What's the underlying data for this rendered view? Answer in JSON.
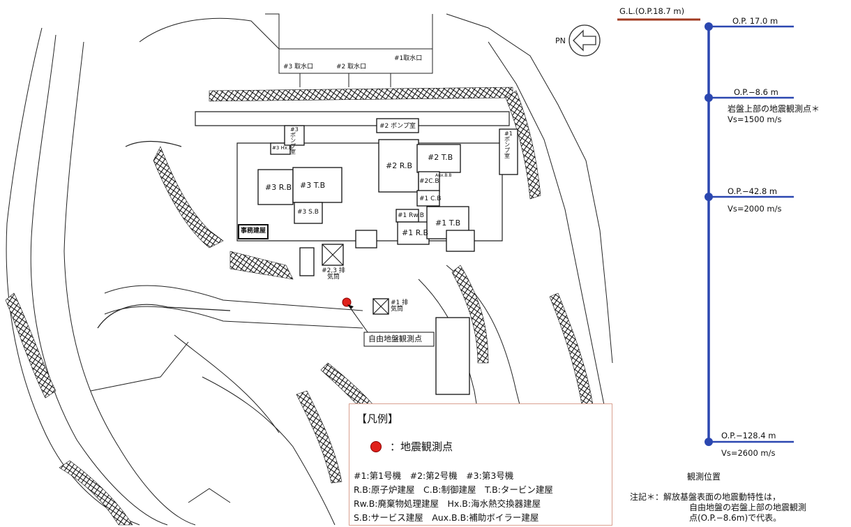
{
  "map": {
    "north_label": "PN",
    "buildings": {
      "intake3": "#3 取水口",
      "intake2": "#2 取水口",
      "intake1": "#1取水口",
      "pump2": "#2 ポンプ室",
      "pump3": "#3ポンプ室",
      "pump1": "#1ポンプ室",
      "hx3": "#3 Hx.B",
      "rb3": "#3 R.B",
      "tb3": "#3 T.B",
      "sb3": "#3 S.B",
      "rb2": "#2 R.B",
      "tb2": "#2 T.B",
      "aux": "Aux.B.B",
      "cb2": "#2C.B",
      "cb1": "#1 C.B",
      "rwb1": "#1 Rw.B",
      "rb1": "#1 R.B",
      "tb1": "#1 T.B",
      "office": "事務建屋",
      "stack23": "#2,3 排気筒",
      "stack1": "#1 排気筒"
    },
    "free_field_label": "自由地盤観測点",
    "observation_color": "#e0211b"
  },
  "legend": {
    "title": "【凡例】",
    "marker_label": "：地震観測点",
    "lines": [
      "#1:第1号機　#2:第2号機　#3:第3号機",
      "R.B:原子炉建屋　C.B:制御建屋　T.B:タービン建屋",
      "Rw.B:廃棄物処理建屋　Hx.B:海水熱交換器建屋",
      "S.B:サービス建屋　Aux.B.B:補助ボイラー建屋"
    ]
  },
  "profile": {
    "gl_label": "G.L.(O.P.18.7 m)",
    "levels": [
      {
        "op": "O.P. 17.0 m"
      },
      {
        "op": "O.P.−8.6 m",
        "note": "岩盤上部の地震観測点＊",
        "vs": "Vs=1500 m/s"
      },
      {
        "op": "O.P.−42.8 m",
        "vs": "Vs=2000 m/s"
      },
      {
        "op": "O.P.−128.4 m",
        "vs": "Vs=2600 m/s"
      }
    ],
    "caption": "観測位置",
    "footnote": [
      "注記＊：解放基盤表面の地震動特性は，",
      "自由地盤の岩盤上部の地震観測",
      "点(O.P.−8.6m)で代表。"
    ],
    "line_color": "#2b47b0",
    "gl_color": "#a0391f"
  }
}
